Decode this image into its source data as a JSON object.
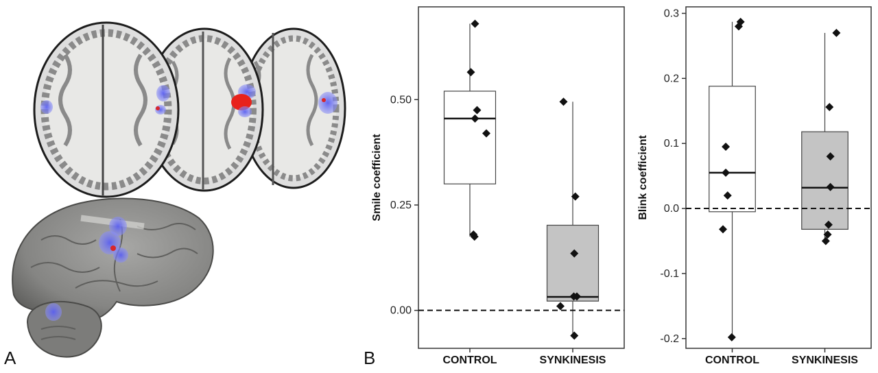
{
  "panel_labels": {
    "a": "A",
    "b": "B"
  },
  "brain_figure": {
    "content": "axial-slices-and-lateral-brain-render",
    "colors": {
      "activation_red": "#e8221c",
      "activation_blue": "#6a6ff0",
      "slice_gray": "#e2e2df",
      "render_gray": "#8c8c8a"
    }
  },
  "chart_data": [
    {
      "type": "box",
      "categories": [
        "CONTROL",
        "SYNKINESIS"
      ],
      "ylabel": "Smile coefficient",
      "xlabel": "",
      "ylim": [
        -0.09,
        0.72
      ],
      "yticks": [
        0.0,
        0.25,
        0.5
      ],
      "ytick_labels": [
        "0.00",
        "0.25",
        "0.50"
      ],
      "reference_line": 0.0,
      "boxes": [
        {
          "category": "CONTROL",
          "fill": "#ffffff",
          "q1": 0.3,
          "median": 0.455,
          "q3": 0.52,
          "whisker_low": 0.175,
          "whisker_high": 0.68
        },
        {
          "category": "SYNKINESIS",
          "fill": "#c4c4c4",
          "q1": 0.022,
          "median": 0.032,
          "q3": 0.202,
          "whisker_low": -0.06,
          "whisker_high": 0.495
        }
      ],
      "points": [
        {
          "category": "CONTROL",
          "jitter": 0.1,
          "y": 0.68
        },
        {
          "category": "CONTROL",
          "jitter": 0.02,
          "y": 0.565
        },
        {
          "category": "CONTROL",
          "jitter": 0.14,
          "y": 0.475
        },
        {
          "category": "CONTROL",
          "jitter": 0.1,
          "y": 0.455
        },
        {
          "category": "CONTROL",
          "jitter": 0.32,
          "y": 0.42
        },
        {
          "category": "CONTROL",
          "jitter": 0.07,
          "y": 0.18
        },
        {
          "category": "CONTROL",
          "jitter": 0.09,
          "y": 0.175
        },
        {
          "category": "SYNKINESIS",
          "jitter": -0.18,
          "y": 0.495
        },
        {
          "category": "SYNKINESIS",
          "jitter": 0.05,
          "y": 0.27
        },
        {
          "category": "SYNKINESIS",
          "jitter": 0.03,
          "y": 0.135
        },
        {
          "category": "SYNKINESIS",
          "jitter": 0.08,
          "y": 0.033
        },
        {
          "category": "SYNKINESIS",
          "jitter": 0.02,
          "y": 0.033
        },
        {
          "category": "SYNKINESIS",
          "jitter": -0.24,
          "y": 0.01
        },
        {
          "category": "SYNKINESIS",
          "jitter": 0.03,
          "y": -0.06
        }
      ],
      "grid": false,
      "legend": "none"
    },
    {
      "type": "box",
      "categories": [
        "CONTROL",
        "SYNKINESIS"
      ],
      "ylabel": "Blink coefficient",
      "xlabel": "",
      "ylim": [
        -0.215,
        0.31
      ],
      "yticks": [
        -0.2,
        -0.1,
        0.0,
        0.1,
        0.2,
        0.3
      ],
      "ytick_labels": [
        "-0.2",
        "-0.1",
        "0.0",
        "0.1",
        "0.2",
        "0.3"
      ],
      "reference_line": 0.0,
      "boxes": [
        {
          "category": "CONTROL",
          "fill": "#ffffff",
          "q1": -0.005,
          "median": 0.055,
          "q3": 0.188,
          "whisker_low": -0.198,
          "whisker_high": 0.287
        },
        {
          "category": "SYNKINESIS",
          "fill": "#c4c4c4",
          "q1": -0.032,
          "median": 0.032,
          "q3": 0.118,
          "whisker_low": -0.05,
          "whisker_high": 0.27
        }
      ],
      "points": [
        {
          "category": "CONTROL",
          "jitter": 0.18,
          "y": 0.287
        },
        {
          "category": "CONTROL",
          "jitter": 0.14,
          "y": 0.28
        },
        {
          "category": "CONTROL",
          "jitter": -0.14,
          "y": 0.095
        },
        {
          "category": "CONTROL",
          "jitter": -0.14,
          "y": 0.055
        },
        {
          "category": "CONTROL",
          "jitter": -0.1,
          "y": 0.02
        },
        {
          "category": "CONTROL",
          "jitter": -0.2,
          "y": -0.032
        },
        {
          "category": "CONTROL",
          "jitter": -0.01,
          "y": -0.198
        },
        {
          "category": "SYNKINESIS",
          "jitter": 0.25,
          "y": 0.27
        },
        {
          "category": "SYNKINESIS",
          "jitter": 0.1,
          "y": 0.156
        },
        {
          "category": "SYNKINESIS",
          "jitter": 0.12,
          "y": 0.08
        },
        {
          "category": "SYNKINESIS",
          "jitter": 0.12,
          "y": 0.033
        },
        {
          "category": "SYNKINESIS",
          "jitter": 0.08,
          "y": -0.025
        },
        {
          "category": "SYNKINESIS",
          "jitter": 0.06,
          "y": -0.04
        },
        {
          "category": "SYNKINESIS",
          "jitter": 0.02,
          "y": -0.05
        }
      ],
      "grid": false,
      "legend": "none"
    }
  ]
}
